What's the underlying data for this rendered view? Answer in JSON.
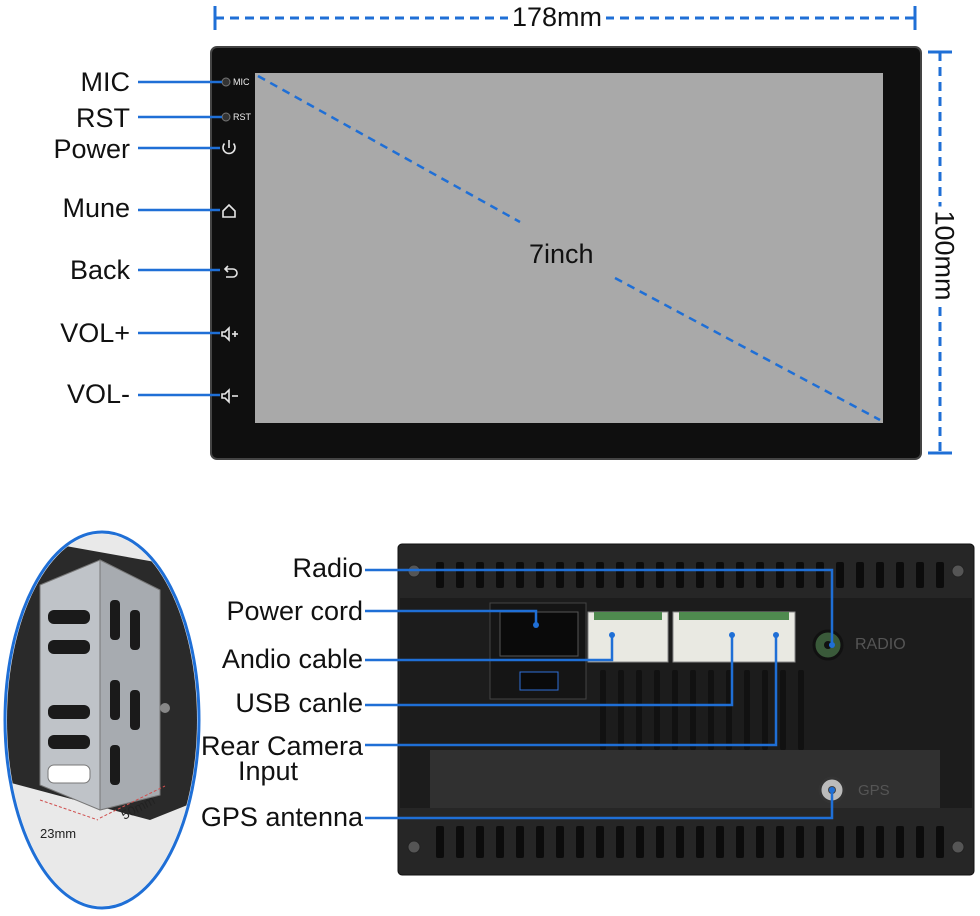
{
  "dimensions": {
    "width": "178mm",
    "height": "100mm",
    "screen": "7inch"
  },
  "front_labels": {
    "mic": "MIC",
    "rst": "RST",
    "power": "Power",
    "menu": "Mune",
    "back": "Back",
    "vol_up": "VOL+",
    "vol_down": "VOL-"
  },
  "panel_marks": {
    "mic": "MIC",
    "rst": "RST"
  },
  "bracket_dims": {
    "depth": "50mm",
    "width": "23mm"
  },
  "rear_labels": {
    "radio": "Radio",
    "power_cord": "Power cord",
    "audio_cable": "Andio cable",
    "usb_cable": "USB canle",
    "rear_camera_1": "Rear Camera",
    "rear_camera_2": "Input",
    "gps": "GPS antenna"
  },
  "rear_marks": {
    "radio": "RADIO",
    "gps": "GPS"
  },
  "colors": {
    "accent": "#1f6fd6",
    "bezel": "#111111",
    "screen": "#a9a9a9",
    "chassis": "#2b2b2b"
  },
  "icons": [
    "power-icon",
    "home-icon",
    "back-icon",
    "volume-up-icon",
    "volume-down-icon"
  ]
}
